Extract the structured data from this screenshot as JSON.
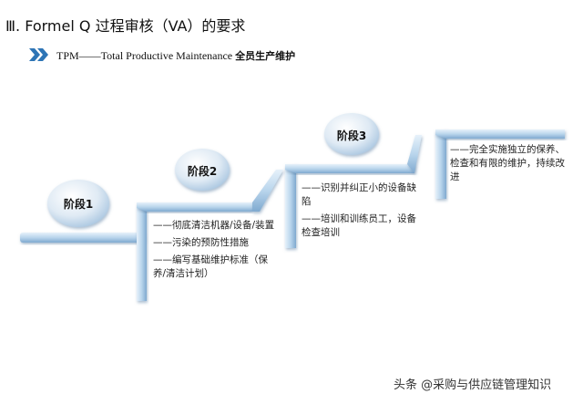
{
  "title": "Ⅲ. Formel Q 过程审核（VA）的要求",
  "subtitle_prefix": "TPM——Total Productive Maintenance",
  "subtitle_bold": "全员生产维护",
  "stages": [
    {
      "label": "阶段1"
    },
    {
      "label": "阶段2",
      "items": [
        "——彻底清洁机器/设备/装置",
        "——污染的预防性措施",
        "——编写基础维护标准（保养/清洁计划）"
      ]
    },
    {
      "label": "阶段3",
      "items": [
        "——识别并纠正小的设备缺陷",
        "——培训和训练员工，设备检查培训"
      ]
    },
    {
      "label": "",
      "items": [
        "——完全实施独立的保养、检查和有限的维护，持续改进"
      ]
    }
  ],
  "watermark": "头条 @采购与供应链管理知识",
  "colors": {
    "stair_fill": "#c9dff0",
    "stair_edge": "#8fb8d9",
    "stair_dark": "#6e9cc4"
  }
}
